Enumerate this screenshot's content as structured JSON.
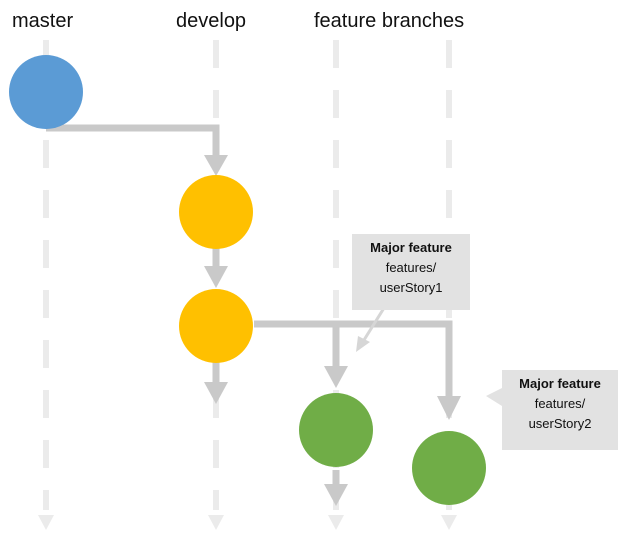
{
  "columns": {
    "master": "master",
    "develop": "develop",
    "feature_branches": "feature branches"
  },
  "callouts": [
    {
      "title": "Major feature",
      "line1": "features/",
      "line2": "userStory1"
    },
    {
      "title": "Major feature",
      "line1": "features/",
      "line2": "userStory2"
    }
  ],
  "colors": {
    "master": "#5b9bd5",
    "develop": "#ffc000",
    "feature": "#70ad47",
    "connector": "#c9c9c9",
    "lane": "#ebebeb",
    "callout_bg": "#e2e2e2"
  }
}
